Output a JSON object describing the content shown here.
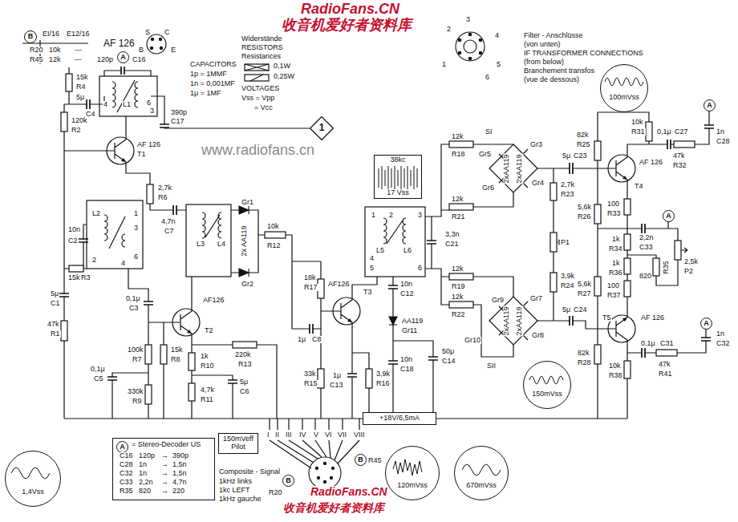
{
  "diagram": {
    "nodes": [
      {
        "text": [
          "B"
        ]
      },
      {
        "text": [
          "A"
        ]
      },
      {
        "text": [
          "100mVss"
        ]
      },
      {
        "text": [
          "A"
        ]
      },
      {
        "text": [
          "1"
        ]
      },
      {
        "text": [
          "38kc",
          "17 Vss"
        ]
      },
      {
        "text": [
          "A"
        ]
      },
      {
        "text": [
          "A"
        ]
      },
      {
        "text": [
          "150mVss"
        ]
      },
      {
        "text": [
          "+18V/6,5mA"
        ]
      },
      {
        "text": [
          "= Stereo-Decoder US"
        ]
      },
      {
        "text": [
          "A"
        ],
        "in": 10
      },
      {
        "text": [
          "150mVeff Pilot"
        ]
      },
      {
        "text": [
          "1,4Vss"
        ]
      },
      {
        "text": [
          "B"
        ]
      },
      {
        "text": [
          "B"
        ]
      },
      {
        "text": [
          "120mVss"
        ]
      },
      {
        "text": [
          "670mVss"
        ]
      }
    ],
    "labels": [
      "RadioFans.CN",
      "收音机爱好者资料库",
      "www.radiofans.cn",
      "RadioFans.CN",
      "收音机爱好者资料库",
      "EI/16",
      "E12/16",
      "R20",
      "10k",
      "—",
      "R45",
      "12k",
      "—",
      "AF 126",
      "S",
      "C",
      "B",
      "E",
      "CAPACITORS",
      "1p = 1MMF",
      "1n = 0,001MF",
      "1μ = 1MF",
      "Widerstände",
      "RESISTORS",
      "Resistances",
      "0,1W",
      "0,25W",
      "VOLTAGES",
      "Vss = Vpp",
      "= Vcc",
      "3",
      "2",
      "1",
      "6",
      "5",
      "4",
      "Filter - Anschlüsse",
      "(von unten)",
      "IF TRANSFORMER CONNECTIONS",
      "(from below)",
      "Branchement transfos",
      "(vue de dessous)",
      "15k",
      "R4",
      "5μ",
      "C4",
      "120p",
      "C16",
      "4",
      "L1",
      "6",
      "3",
      "390p",
      "C17",
      "AF 126",
      "T1",
      "120k",
      "R2",
      "2,7k",
      "R6",
      "10n",
      "C2",
      "L2",
      "1",
      "3",
      "6",
      "2",
      "4",
      "15k",
      "R3",
      "5μ",
      "C1",
      "47k",
      "R1",
      "0,1μ",
      "C3",
      "AF126",
      "T2",
      "100k",
      "R7",
      "15k",
      "R8",
      "1k",
      "R10",
      "220k",
      "R13",
      "0,1μ",
      "C5",
      "330k",
      "R9",
      "4,7k",
      "R11",
      "5μ",
      "C6",
      "4,7n",
      "C7",
      "L3",
      "L4",
      "Gr1",
      "Gr2",
      "2x AA119",
      "10k",
      "R12",
      "18k",
      "R17",
      "1μ",
      "C8",
      "AF126",
      "T3",
      "33k",
      "R15",
      "1μ",
      "C13",
      "3,9k",
      "R16",
      "L5",
      "L6",
      "1",
      "2",
      "3",
      "4",
      "5",
      "6",
      "3,3n",
      "C21",
      "10n",
      "C12",
      "AA119",
      "Gr11",
      "10n",
      "C18",
      "50μ",
      "C14",
      "12k",
      "R18",
      "12k",
      "R21",
      "12k",
      "R19",
      "12k",
      "R22",
      "SI",
      "Gr3",
      "Gr5",
      "Gr4",
      "Gr6",
      "2xAA119",
      "2xAA119",
      "Gr9",
      "Gr7",
      "Gr10",
      "Gr8",
      "SII",
      "2xAA119",
      "2xAA119",
      "5μ",
      "C23",
      "2,7k",
      "R23",
      "P1",
      "3,9k",
      "R24",
      "5μ",
      "C24",
      "82k",
      "R25",
      "AF 126",
      "T4",
      "10k",
      "R31",
      "0,1μ",
      "C27",
      "1n",
      "C28",
      "47k",
      "R32",
      "5,6k",
      "R26",
      "100",
      "R33",
      "2,2n",
      "C33",
      "1k",
      "R34",
      "2,5k",
      "P2",
      "1k",
      "R36",
      "820",
      "R35",
      "100",
      "R37",
      "5,6k",
      "R27",
      "AF 126",
      "T5",
      "82k",
      "R28",
      "10k",
      "R38",
      "0,1μ",
      "C31",
      "47k",
      "R41",
      "1n",
      "C32",
      "I",
      "II",
      "III",
      "IV",
      "V",
      "VI",
      "VII",
      "VIII",
      "R20",
      "R45",
      "C16",
      "120p",
      "→",
      "390p",
      "C28",
      "1n",
      "→",
      "1,5n",
      "C32",
      "1n",
      "→",
      "1,5n",
      "C33",
      "2,2n",
      "→",
      "4,7n",
      "R35",
      "820",
      "→",
      "220",
      "Composite - Signal",
      "1kHz links",
      "1kc LEFT",
      "1kHz gauche"
    ]
  }
}
